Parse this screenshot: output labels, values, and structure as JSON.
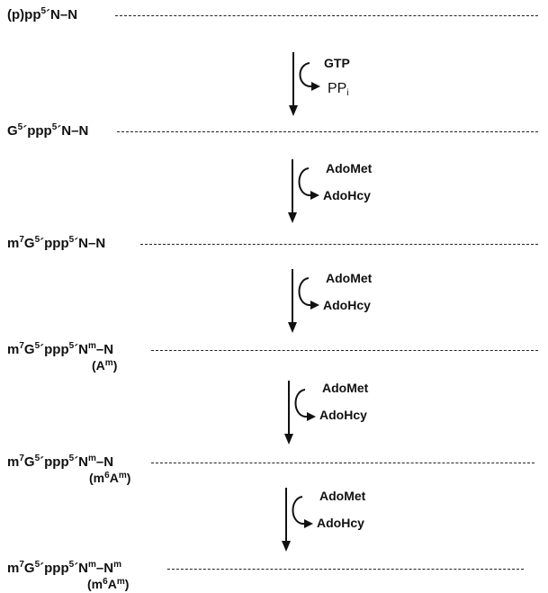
{
  "strands": [
    {
      "parts": [
        "(p)pp",
        "^5",
        "´N–N"
      ],
      "note": null
    },
    {
      "parts": [
        "G",
        "^5",
        "´ppp",
        "^5",
        "´N–N"
      ],
      "note": null
    },
    {
      "parts": [
        "m",
        "^7",
        "G",
        "^5",
        "´ppp",
        "^5",
        "´N–N"
      ],
      "note": null
    },
    {
      "parts": [
        "m",
        "^7",
        "G",
        "^5",
        "´ppp",
        "^5",
        "´N",
        "^m",
        "–N"
      ],
      "note": [
        "(A",
        "^m",
        ")"
      ]
    },
    {
      "parts": [
        "m",
        "^7",
        "G",
        "^5",
        "´ppp",
        "^5",
        "´N",
        "^m",
        "–N"
      ],
      "note": [
        "(m",
        "^6",
        "A",
        "^m",
        ")"
      ]
    },
    {
      "parts": [
        "m",
        "^7",
        "G",
        "^5",
        "´ppp",
        "^5",
        "´N",
        "^m",
        "–N",
        "^m"
      ],
      "note": [
        "(m",
        "^6",
        "A",
        "^m",
        ")"
      ]
    }
  ],
  "steps": [
    {
      "input": "GTP",
      "output": [
        "PP",
        "_i"
      ]
    },
    {
      "input": "AdoMet",
      "output": [
        "AdoHcy"
      ]
    },
    {
      "input": "AdoMet",
      "output": [
        "AdoHcy"
      ]
    },
    {
      "input": "AdoMet",
      "output": [
        "AdoHcy"
      ]
    },
    {
      "input": "AdoMet",
      "output": [
        "AdoHcy"
      ]
    }
  ]
}
